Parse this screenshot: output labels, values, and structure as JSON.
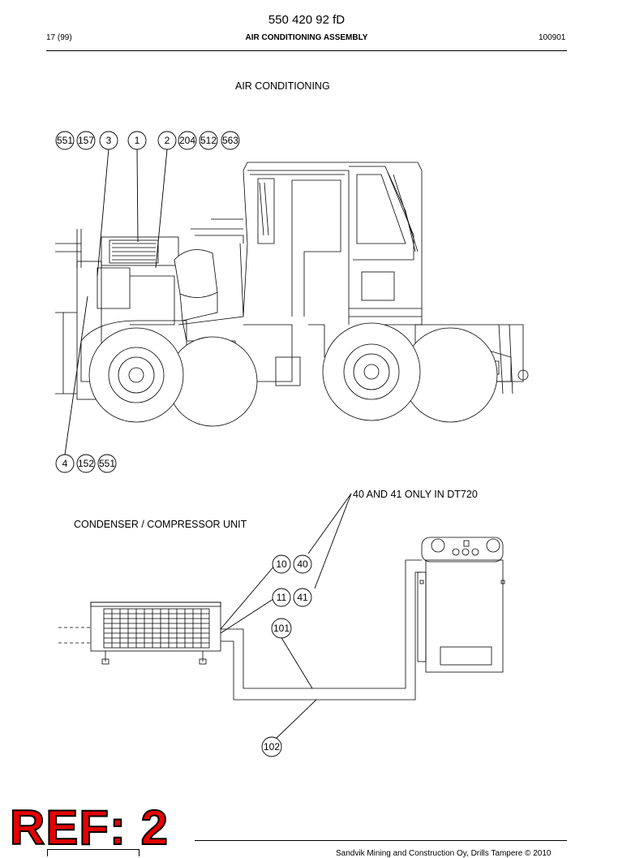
{
  "header": {
    "doc_number": "550 420 92 fD",
    "page_number": "17 (99)",
    "title": "AIR CONDITIONING ASSEMBLY",
    "date_code": "100901"
  },
  "section_title": "AIR CONDITIONING",
  "upper_callouts_top": [
    "551",
    "157",
    "3",
    "1",
    "2",
    "204",
    "512",
    "563"
  ],
  "upper_callouts_bottom": [
    "4",
    "152",
    "551"
  ],
  "lower_section": {
    "title": "CONDENSER / COMPRESSOR UNIT",
    "note": "40 AND 41 ONLY IN DT720",
    "callouts": [
      "10",
      "40",
      "11",
      "41",
      "101",
      "102"
    ]
  },
  "footer": {
    "copyright": "Sandvik Mining and Construction Oy, Drills Tampere © 2010",
    "ref_stamp": "REF: 2"
  },
  "icons": {
    "logo": "sandvik-logo-icon"
  }
}
